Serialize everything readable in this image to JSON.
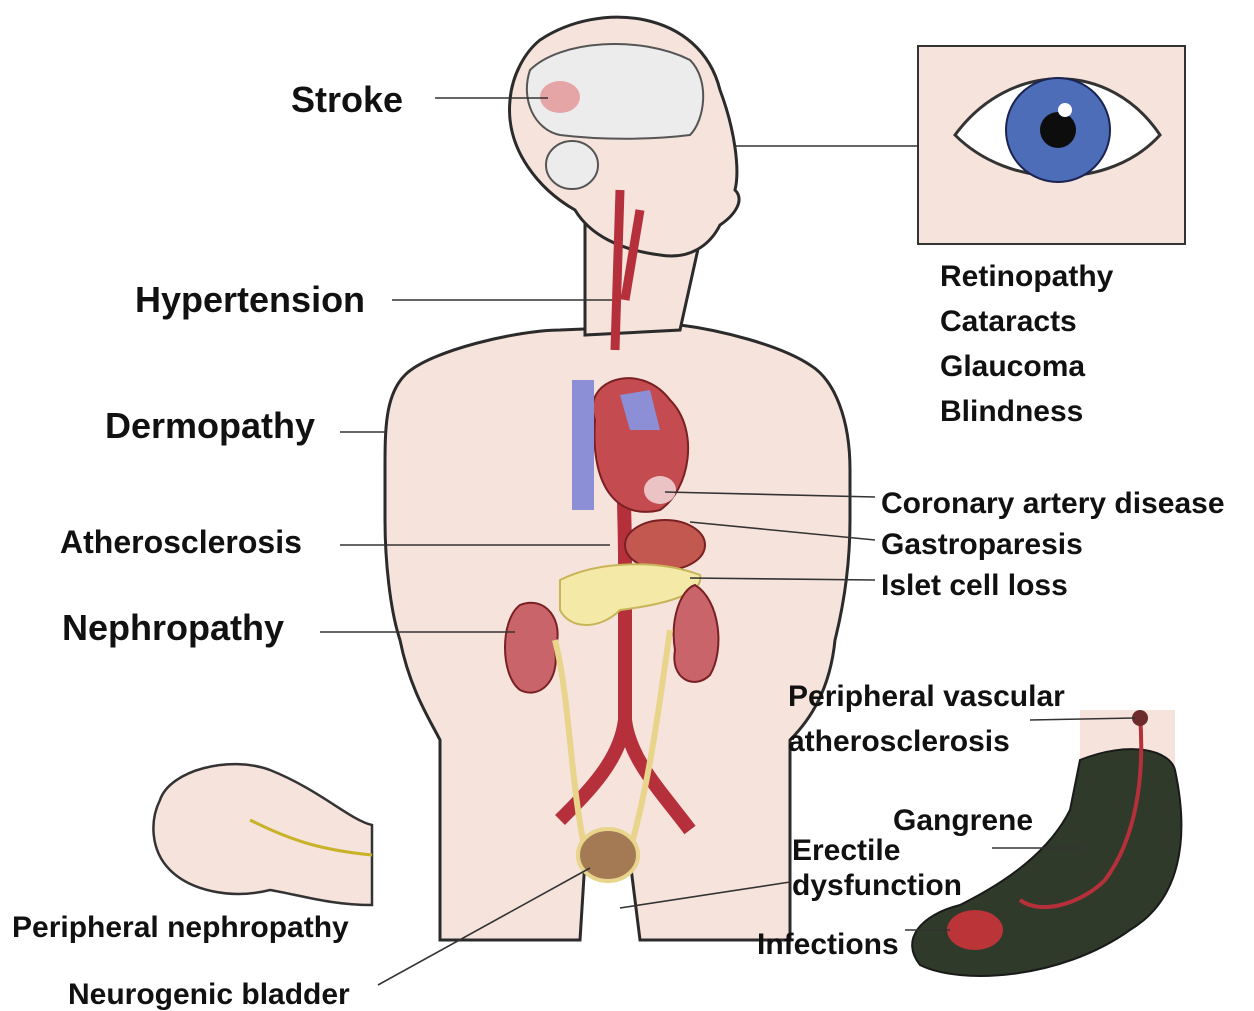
{
  "left_labels": {
    "stroke": "Stroke",
    "hypertension": "Hypertension",
    "dermopathy": "Dermopathy",
    "atherosclerosis": "Atherosclerosis",
    "nephropathy": "Nephropathy"
  },
  "eye_labels": [
    "Retinopathy",
    "Cataracts",
    "Glaucoma",
    "Blindness"
  ],
  "right_labels": {
    "coronary": "Coronary artery disease",
    "gastroparesis": "Gastroparesis",
    "islet": "Islet cell loss"
  },
  "foot_labels": {
    "pva_line1": "Peripheral vascular",
    "pva_line2": "atherosclerosis",
    "gangrene": "Gangrene",
    "erectile_line1": "Erectile",
    "erectile_line2": "dysfunction",
    "infections": "Infections"
  },
  "bottom_labels": {
    "peripheral_nephropathy": "Peripheral nephropathy",
    "neurogenic_bladder": "Neurogenic bladder"
  },
  "colors": {
    "skin": "#f6e3dc",
    "outline": "#2b2b2b",
    "artery": "#b5303a",
    "kidney": "#c9646a",
    "pancreas": "#f4e9a6",
    "vein": "#8c8fd6",
    "eye_iris": "#4d6db8",
    "foot": "#2f3a2a"
  }
}
